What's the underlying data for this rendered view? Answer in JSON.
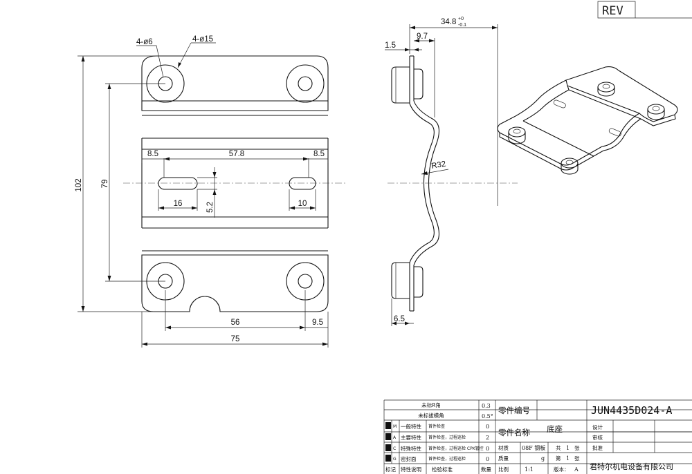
{
  "rev_label": "REV",
  "dimensions": {
    "hole_small": "4-ø6",
    "hole_large": "4-ø15",
    "height_overall": "102",
    "height_holes": "79",
    "slot_edge_left": "8.5",
    "slot_span": "57.8",
    "slot_edge_right": "8.5",
    "slot_length": "16",
    "slot_width": "5.2",
    "slot_width_right": "10",
    "hole_spacing": "56",
    "hole_edge": "9.5",
    "width_overall": "75",
    "side_depth": "34.8",
    "side_depth_tol_upper": "+0",
    "side_depth_tol_lower": "-0.1",
    "side_offset": "9.7",
    "side_thickness": "1.5",
    "side_radius": "R32",
    "side_boss": "6.5"
  },
  "title_block": {
    "label_r_angle": "未标R角",
    "value_r_angle": "0.3",
    "label_draft_angle": "未标拔模角",
    "value_draft_angle": "0.5°",
    "label_part_no": "零件编号",
    "value_part_no": "JUN4435D024-A",
    "label_part_name": "零件名称",
    "value_part_name": "底座",
    "label_design": "设计",
    "label_check": "审核",
    "label_approve": "批准",
    "rows": [
      {
        "code": "M",
        "feature": "一般特性",
        "method": "首件检查",
        "qty": "0"
      },
      {
        "code": "A",
        "feature": "主要特性",
        "method": "首件检查，过程巡检",
        "qty": "2"
      },
      {
        "code": "C",
        "feature": "特殊特性",
        "method": "首件检查，过程巡检 CPK管控",
        "qty": "0"
      },
      {
        "code": "G",
        "feature": "密封面",
        "method": "首件检查，过程巡检",
        "qty": "0"
      }
    ],
    "label_material": "材质",
    "value_material": "08F 钢板",
    "label_total": "共",
    "value_total": "1",
    "label_sheet_unit": "张",
    "label_mass": "质量",
    "value_mass_unit": "g",
    "label_sheet": "第",
    "value_sheet": "1",
    "label_feature_col": "特性说明",
    "label_std_col": "检验标准",
    "label_qty_col": "数量",
    "label_mark_col": "标记",
    "label_scale": "比例",
    "value_scale": "1:1",
    "label_version": "版本：",
    "value_version": "A",
    "company": "君特尔机电设备有限公司"
  }
}
